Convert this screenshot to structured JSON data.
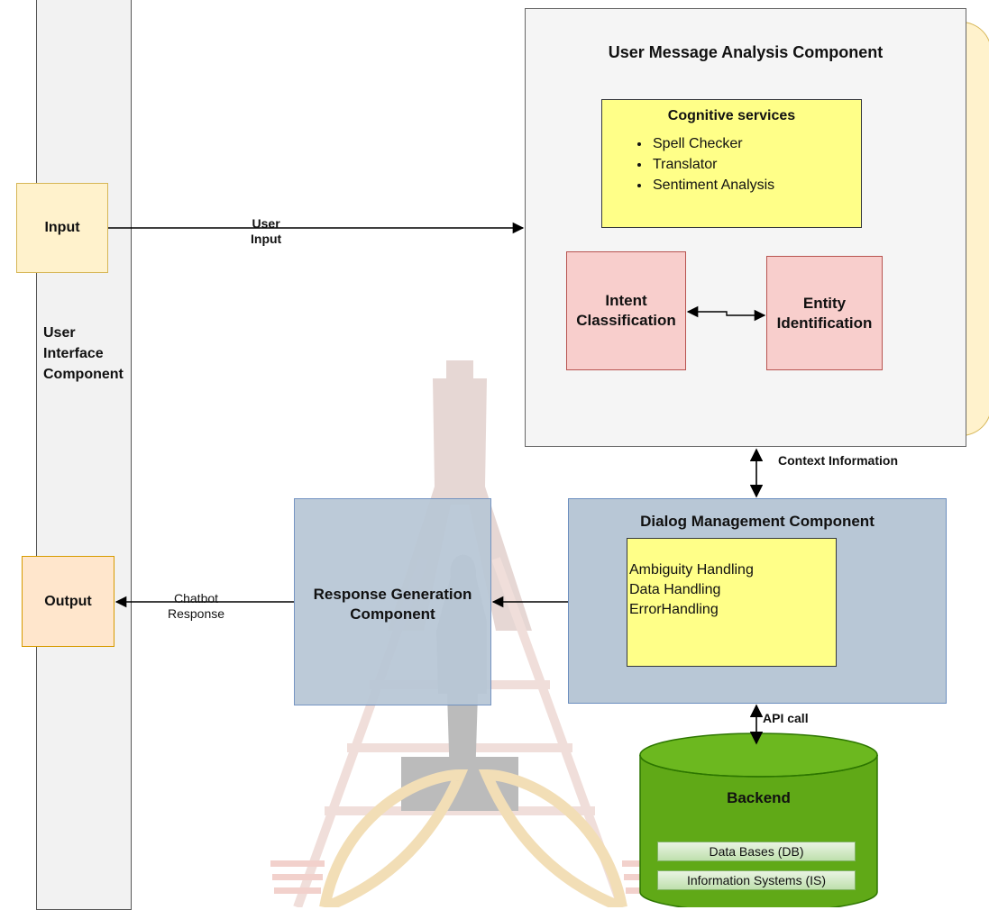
{
  "ui_component": {
    "label_lines": [
      "User",
      "Interface",
      "Component"
    ],
    "input": "Input",
    "output": "Output"
  },
  "uma": {
    "title": "User Message Analysis Component",
    "cognitive": {
      "title": "Cognitive services",
      "items": [
        "Spell Checker",
        "Translator",
        "Sentiment Analysis"
      ]
    },
    "intent": "Intent Classification",
    "entity": "Entity Identification"
  },
  "dialog": {
    "title": "Dialog  Management Component",
    "items": [
      "Ambiguity Handling",
      "Data Handling",
      "ErrorHandling"
    ]
  },
  "response": {
    "label_lines": [
      "Response Generation",
      "Component"
    ]
  },
  "backend": {
    "title": "Backend",
    "items": [
      "Data Bases (DB)",
      "Information Systems (IS)"
    ]
  },
  "edges": {
    "user_input_lines": [
      "User",
      "Input"
    ],
    "context": "Context Information",
    "api": "API call",
    "chatbot_lines": [
      "Chatbot",
      "Response"
    ]
  },
  "colors": {
    "yellow_fill": "#ffff88",
    "red_fill": "#f8cecc",
    "blue_fill": "#b8c7d6",
    "green_fill": "#60a917",
    "io_fill": "#fff2cc"
  }
}
